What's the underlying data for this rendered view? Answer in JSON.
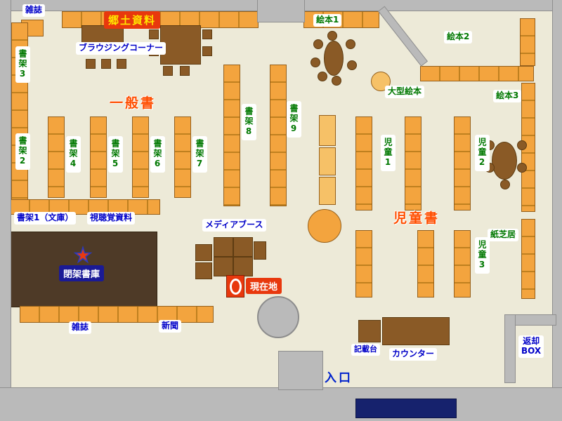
{
  "labels": {
    "magazines_top": "雑誌",
    "local_materials": "郷土資料",
    "picture_books_1": "絵本1",
    "picture_books_2": "絵本2",
    "picture_books_3": "絵本3",
    "browsing_corner": "ブラウジングコーナー",
    "shelf_3": "書架3",
    "general_books": "一般書",
    "large_picture_books": "大型絵本",
    "shelf_8": "書架8",
    "shelf_9": "書架9",
    "shelf_2": "書架2",
    "shelf_4": "書架4",
    "shelf_5": "書架5",
    "shelf_6": "書架6",
    "shelf_7": "書架7",
    "children_1": "児童1",
    "children_2": "児童2",
    "children_3": "児童3",
    "children_books": "児童書",
    "shelf_1_bunko": "書架1（文庫）",
    "audio_visual": "視聴覚資料",
    "media_booth": "メディアブース",
    "kamishibai": "紙芝居",
    "closed_stacks": "閉架書庫",
    "current_location": "現在地",
    "magazines_bottom": "雑誌",
    "newspapers": "新聞",
    "writing_desk": "記載台",
    "counter": "カウンター",
    "return_box_line1": "返却",
    "return_box_line2": "BOX",
    "entrance": "入口"
  },
  "colors": {
    "floor": "#edead8",
    "wall": "#bababa",
    "shelf_orange": "#f3a43e",
    "shelf_border": "#95601c",
    "furniture_brown": "#8a5a26",
    "closed_stacks_fill": "#4e3a27",
    "accent_red": "#e8380d",
    "navy": "#1a1a96",
    "label_blue": "#0000c8",
    "label_green": "#007800",
    "area_orange": "#ff4e00"
  }
}
